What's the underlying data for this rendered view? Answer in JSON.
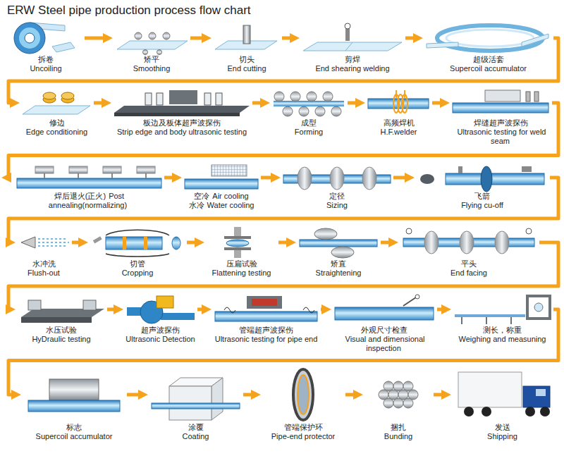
{
  "diagram": {
    "title": "ERW Steel pipe production process flow chart",
    "nodes": [
      {
        "text": [
          "拆卷",
          "Uncoiling"
        ]
      },
      {
        "text": [
          "矫平",
          "Smoothing"
        ]
      },
      {
        "text": [
          "切头",
          "End cutting"
        ]
      },
      {
        "text": [
          "剪焊",
          "End shearing welding"
        ]
      },
      {
        "text": [
          "超级活套",
          "Supercoil accumulator"
        ]
      },
      {
        "text": [
          "修边",
          "Edge conditioning"
        ]
      },
      {
        "text": [
          "板边及板体超声波探伤",
          "Strip edge and body ultrasonic testing"
        ]
      },
      {
        "text": [
          "成型",
          "Forming"
        ]
      },
      {
        "text": [
          "高频焊机",
          "H.F.welder"
        ]
      },
      {
        "text": [
          "焊缝超声波探伤",
          "Ultrasonic testing for weld seam"
        ]
      },
      {
        "text": [
          "焊后退火(正火)",
          "Post annealing(normalizing)"
        ]
      },
      {
        "text": [
          "空冷",
          "Air cooling",
          "水冷",
          "Water cooling"
        ]
      },
      {
        "text": [
          "定径",
          "Sizing"
        ]
      },
      {
        "text": [
          "飞箭",
          "Flying cu-off"
        ]
      },
      {
        "text": [
          "水冲洗",
          "Flush-out"
        ]
      },
      {
        "text": [
          "切管",
          "Cropping"
        ]
      },
      {
        "text": [
          "压扁试验",
          "Flattening testing"
        ]
      },
      {
        "text": [
          "矫直",
          "Straightening"
        ]
      },
      {
        "text": [
          "平头",
          "End facing"
        ]
      },
      {
        "text": [
          "水压试验",
          "HyDraulic testing"
        ]
      },
      {
        "text": [
          "超声波探伤",
          "Ultrasonic Detection"
        ]
      },
      {
        "text": [
          "管端超声波探伤",
          "Ultrasonic testing for pipe end"
        ]
      },
      {
        "text": [
          "外观尺寸检查",
          "Visual and dimensional inspection"
        ]
      },
      {
        "text": [
          "测长，称重",
          "Weighing and measuning"
        ]
      },
      {
        "text": [
          "标志",
          "Supercoil accumulator"
        ]
      },
      {
        "text": [
          "涂覆",
          "Coating"
        ]
      },
      {
        "text": [
          "管端保护环",
          "Pipe-end protector"
        ]
      },
      {
        "text": [
          "捆扎",
          "Bunding"
        ]
      },
      {
        "text": [
          "发送",
          "Shipping"
        ]
      }
    ],
    "edges": [
      {
        "from": 0,
        "to": 1,
        "arrow": "to"
      },
      {
        "from": 1,
        "to": 2,
        "arrow": "to"
      },
      {
        "from": 2,
        "to": 3,
        "arrow": "to"
      },
      {
        "from": 3,
        "to": 4,
        "arrow": "to"
      },
      {
        "from": 4,
        "to": 5,
        "arrow": "to"
      },
      {
        "from": 5,
        "to": 6,
        "arrow": "to"
      },
      {
        "from": 6,
        "to": 7,
        "arrow": "to"
      },
      {
        "from": 7,
        "to": 8,
        "arrow": "to"
      },
      {
        "from": 8,
        "to": 9,
        "arrow": "to"
      },
      {
        "from": 9,
        "to": 10,
        "arrow": "to"
      },
      {
        "from": 10,
        "to": 11,
        "arrow": "to"
      },
      {
        "from": 11,
        "to": 12,
        "arrow": "to"
      },
      {
        "from": 12,
        "to": 13,
        "arrow": "to"
      },
      {
        "from": 13,
        "to": 14,
        "arrow": "to"
      },
      {
        "from": 14,
        "to": 15,
        "arrow": "to"
      },
      {
        "from": 15,
        "to": 16,
        "arrow": "to"
      },
      {
        "from": 16,
        "to": 17,
        "arrow": "to"
      },
      {
        "from": 17,
        "to": 18,
        "arrow": "to"
      },
      {
        "from": 18,
        "to": 19,
        "arrow": "to"
      },
      {
        "from": 19,
        "to": 20,
        "arrow": "to"
      },
      {
        "from": 20,
        "to": 21,
        "arrow": "to"
      },
      {
        "from": 21,
        "to": 22,
        "arrow": "to"
      },
      {
        "from": 22,
        "to": 23,
        "arrow": "to"
      },
      {
        "from": 23,
        "to": 24,
        "arrow": "to"
      },
      {
        "from": 24,
        "to": 25,
        "arrow": "to"
      },
      {
        "from": 25,
        "to": 26,
        "arrow": "to"
      },
      {
        "from": 26,
        "to": 27,
        "arrow": "to"
      },
      {
        "from": 27,
        "to": 28,
        "arrow": "to"
      }
    ]
  }
}
